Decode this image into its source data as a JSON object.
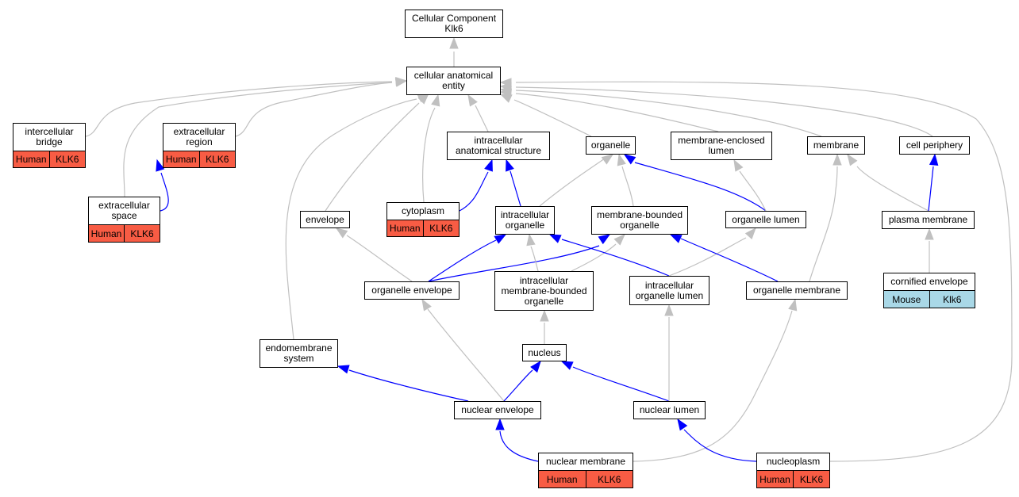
{
  "colors": {
    "is_a": "#c0c0c0",
    "part_of": "#0000ff",
    "human": "#f85c44",
    "mouse": "#a9d8e7"
  },
  "nodes": {
    "root": "Cellular Component\nKlk6",
    "cae": "cellular anatomical\nentity",
    "intercellular_bridge": "intercellular\nbridge",
    "extracellular_region": "extracellular\nregion",
    "extracellular_space": "extracellular\nspace",
    "intracellular_anatomical_structure": "intracellular\nanatomical structure",
    "organelle": "organelle",
    "membrane_enclosed_lumen": "membrane-enclosed\nlumen",
    "membrane": "membrane",
    "cell_periphery": "cell periphery",
    "envelope": "envelope",
    "cytoplasm": "cytoplasm",
    "intracellular_organelle": "intracellular\norganelle",
    "membrane_bounded_organelle": "membrane-bounded\norganelle",
    "organelle_lumen": "organelle lumen",
    "plasma_membrane": "plasma membrane",
    "organelle_envelope": "organelle envelope",
    "intracellular_mbo": "intracellular\nmembrane-bounded\norganelle",
    "intracellular_organelle_lumen": "intracellular\norganelle lumen",
    "organelle_membrane": "organelle membrane",
    "cornified_envelope": "cornified envelope",
    "endomembrane_system": "endomembrane\nsystem",
    "nucleus": "nucleus",
    "nuclear_envelope": "nuclear envelope",
    "nuclear_lumen": "nuclear lumen",
    "nuclear_membrane": "nuclear membrane",
    "nucleoplasm": "nucleoplasm"
  },
  "annotations": {
    "intercellular_bridge": [
      {
        "species": "Human",
        "gene": "KLK6"
      }
    ],
    "extracellular_region": [
      {
        "species": "Human",
        "gene": "KLK6"
      }
    ],
    "extracellular_space": [
      {
        "species": "Human",
        "gene": "KLK6"
      }
    ],
    "cytoplasm": [
      {
        "species": "Human",
        "gene": "KLK6"
      }
    ],
    "cornified_envelope": [
      {
        "species": "Mouse",
        "gene": "Klk6"
      }
    ],
    "nuclear_membrane": [
      {
        "species": "Human",
        "gene": "KLK6"
      }
    ],
    "nucleoplasm": [
      {
        "species": "Human",
        "gene": "KLK6"
      }
    ]
  },
  "edges": [
    {
      "from": "cae",
      "to": "root",
      "type": "is_a"
    },
    {
      "from": "intercellular_bridge",
      "to": "cae",
      "type": "is_a"
    },
    {
      "from": "extracellular_region",
      "to": "cae",
      "type": "is_a"
    },
    {
      "from": "extracellular_space",
      "to": "cae",
      "type": "is_a"
    },
    {
      "from": "extracellular_space",
      "to": "extracellular_region",
      "type": "part_of"
    },
    {
      "from": "endomembrane_system",
      "to": "cae",
      "type": "is_a"
    },
    {
      "from": "envelope",
      "to": "cae",
      "type": "is_a"
    },
    {
      "from": "cytoplasm",
      "to": "cae",
      "type": "is_a"
    },
    {
      "from": "cytoplasm",
      "to": "intracellular_anatomical_structure",
      "type": "part_of"
    },
    {
      "from": "intracellular_anatomical_structure",
      "to": "cae",
      "type": "is_a"
    },
    {
      "from": "organelle",
      "to": "cae",
      "type": "is_a"
    },
    {
      "from": "membrane_enclosed_lumen",
      "to": "cae",
      "type": "is_a"
    },
    {
      "from": "membrane",
      "to": "cae",
      "type": "is_a"
    },
    {
      "from": "cell_periphery",
      "to": "cae",
      "type": "is_a"
    },
    {
      "from": "nucleoplasm",
      "to": "cae",
      "type": "is_a"
    },
    {
      "from": "intracellular_organelle",
      "to": "intracellular_anatomical_structure",
      "type": "part_of"
    },
    {
      "from": "intracellular_organelle",
      "to": "organelle",
      "type": "is_a"
    },
    {
      "from": "membrane_bounded_organelle",
      "to": "organelle",
      "type": "is_a"
    },
    {
      "from": "organelle_lumen",
      "to": "organelle",
      "type": "part_of"
    },
    {
      "from": "organelle_lumen",
      "to": "membrane_enclosed_lumen",
      "type": "is_a"
    },
    {
      "from": "plasma_membrane",
      "to": "membrane",
      "type": "is_a"
    },
    {
      "from": "plasma_membrane",
      "to": "cell_periphery",
      "type": "part_of"
    },
    {
      "from": "cornified_envelope",
      "to": "plasma_membrane",
      "type": "is_a"
    },
    {
      "from": "organelle_envelope",
      "to": "envelope",
      "type": "is_a"
    },
    {
      "from": "organelle_envelope",
      "to": "intracellular_organelle",
      "type": "part_of"
    },
    {
      "from": "organelle_envelope",
      "to": "membrane_bounded_organelle",
      "type": "part_of"
    },
    {
      "from": "intracellular_mbo",
      "to": "intracellular_organelle",
      "type": "is_a"
    },
    {
      "from": "intracellular_mbo",
      "to": "membrane_bounded_organelle",
      "type": "is_a"
    },
    {
      "from": "intracellular_organelle_lumen",
      "to": "intracellular_organelle",
      "type": "part_of"
    },
    {
      "from": "intracellular_organelle_lumen",
      "to": "organelle_lumen",
      "type": "is_a"
    },
    {
      "from": "organelle_membrane",
      "to": "membrane_bounded_organelle",
      "type": "part_of"
    },
    {
      "from": "organelle_membrane",
      "to": "membrane",
      "type": "is_a"
    },
    {
      "from": "nucleus",
      "to": "intracellular_mbo",
      "type": "is_a"
    },
    {
      "from": "nuclear_envelope",
      "to": "endomembrane_system",
      "type": "part_of"
    },
    {
      "from": "nuclear_envelope",
      "to": "organelle_envelope",
      "type": "is_a"
    },
    {
      "from": "nuclear_envelope",
      "to": "nucleus",
      "type": "part_of"
    },
    {
      "from": "nuclear_lumen",
      "to": "nucleus",
      "type": "part_of"
    },
    {
      "from": "nuclear_lumen",
      "to": "intracellular_organelle_lumen",
      "type": "is_a"
    },
    {
      "from": "nuclear_membrane",
      "to": "nuclear_envelope",
      "type": "part_of"
    },
    {
      "from": "nuclear_membrane",
      "to": "organelle_membrane",
      "type": "is_a"
    },
    {
      "from": "nucleoplasm",
      "to": "nuclear_lumen",
      "type": "part_of"
    }
  ]
}
